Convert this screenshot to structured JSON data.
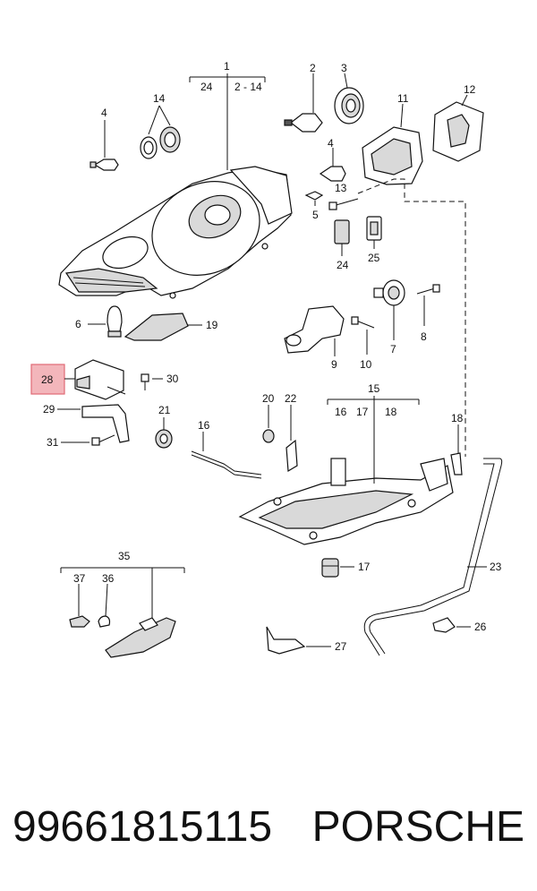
{
  "callouts": {
    "c1": "1",
    "c1_left": "24",
    "c1_right": "2 - 14",
    "c2": "2",
    "c3": "3",
    "c4a": "4",
    "c4b": "4",
    "c5": "5",
    "c6": "6",
    "c7": "7",
    "c8": "8",
    "c9": "9",
    "c10": "10",
    "c11": "11",
    "c12": "12",
    "c13": "13",
    "c14": "14",
    "c15": "15",
    "c15_a": "16",
    "c15_b": "17",
    "c15_c": "18",
    "c16": "16",
    "c17": "17",
    "c18": "18",
    "c19": "19",
    "c20": "20",
    "c21": "21",
    "c22": "22",
    "c23": "23",
    "c24": "24",
    "c25": "25",
    "c26": "26",
    "c27": "27",
    "c28": "28",
    "c29": "29",
    "c30": "30",
    "c31": "31",
    "c35": "35",
    "c36": "36",
    "c37": "37"
  },
  "highlighted_callout": "28",
  "footer": {
    "part_number": "99661815115",
    "brand": "PORSCHE"
  },
  "colors": {
    "highlight_fill": "#f3b6bb",
    "highlight_stroke": "#e06a76"
  }
}
